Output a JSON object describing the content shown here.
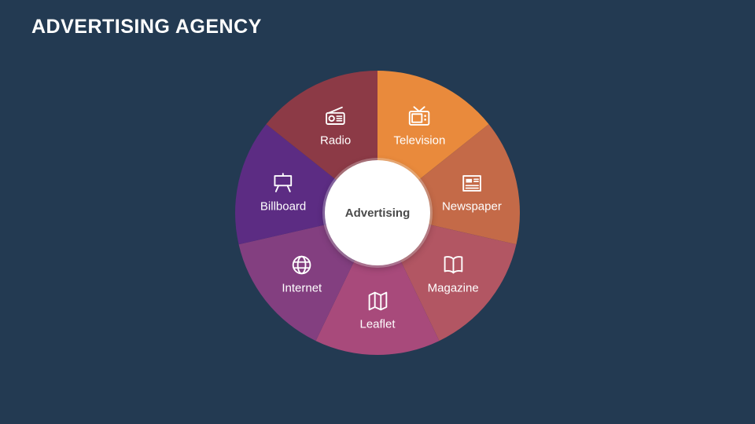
{
  "slide": {
    "title": "ADVERTISING AGENCY",
    "background_color": "#233A52"
  },
  "diagram": {
    "center_label": "Advertising",
    "segments": [
      {
        "label": "Television",
        "color": "#E98A3C",
        "icon": "television-icon"
      },
      {
        "label": "Newspaper",
        "color": "#C46A48",
        "icon": "newspaper-icon"
      },
      {
        "label": "Magazine",
        "color": "#B25663",
        "icon": "magazine-icon"
      },
      {
        "label": "Leaflet",
        "color": "#A84A7B",
        "icon": "leaflet-icon"
      },
      {
        "label": "Internet",
        "color": "#833F80",
        "icon": "internet-icon"
      },
      {
        "label": "Billboard",
        "color": "#5C2C83",
        "icon": "billboard-icon"
      },
      {
        "label": "Radio",
        "color": "#8C3A46",
        "icon": "radio-icon"
      }
    ]
  }
}
